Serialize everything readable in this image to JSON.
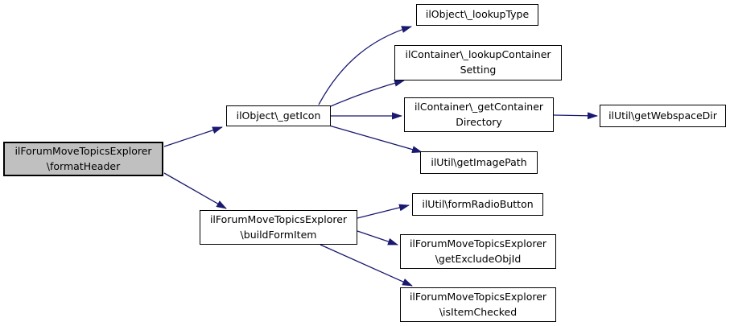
{
  "diagram": {
    "type": "doxygen-call-graph",
    "colors": {
      "background": "#ffffff",
      "edge": "#191970",
      "node_border": "#000000",
      "node_fill": "#ffffff",
      "highlight_fill": "#c0c0c0",
      "text": "#000000"
    },
    "nodes": {
      "format_header": {
        "lines": [
          "ilForumMoveTopicsExplorer",
          "\\formatHeader"
        ],
        "highlighted": true
      },
      "get_icon": {
        "lines": [
          "ilObject\\_getIcon"
        ]
      },
      "lookup_type": {
        "lines": [
          "ilObject\\_lookupType"
        ]
      },
      "lookup_container_setting": {
        "lines": [
          "ilContainer\\_lookupContainer",
          "Setting"
        ]
      },
      "get_container_directory": {
        "lines": [
          "ilContainer\\_getContainer",
          "Directory"
        ]
      },
      "get_webspace_dir": {
        "lines": [
          "ilUtil\\getWebspaceDir"
        ]
      },
      "get_image_path": {
        "lines": [
          "ilUtil\\getImagePath"
        ]
      },
      "build_form_item": {
        "lines": [
          "ilForumMoveTopicsExplorer",
          "\\buildFormItem"
        ]
      },
      "form_radio_button": {
        "lines": [
          "ilUtil\\formRadioButton"
        ]
      },
      "get_exclude_obj_id": {
        "lines": [
          "ilForumMoveTopicsExplorer",
          "\\getExcludeObjId"
        ]
      },
      "is_item_checked": {
        "lines": [
          "ilForumMoveTopicsExplorer",
          "\\isItemChecked"
        ]
      }
    },
    "edges": [
      {
        "from": "format_header",
        "to": "get_icon"
      },
      {
        "from": "format_header",
        "to": "build_form_item"
      },
      {
        "from": "get_icon",
        "to": "lookup_type"
      },
      {
        "from": "get_icon",
        "to": "lookup_container_setting"
      },
      {
        "from": "get_icon",
        "to": "get_container_directory"
      },
      {
        "from": "get_icon",
        "to": "get_image_path"
      },
      {
        "from": "get_container_directory",
        "to": "get_webspace_dir"
      },
      {
        "from": "build_form_item",
        "to": "form_radio_button"
      },
      {
        "from": "build_form_item",
        "to": "get_exclude_obj_id"
      },
      {
        "from": "build_form_item",
        "to": "is_item_checked"
      }
    ]
  }
}
